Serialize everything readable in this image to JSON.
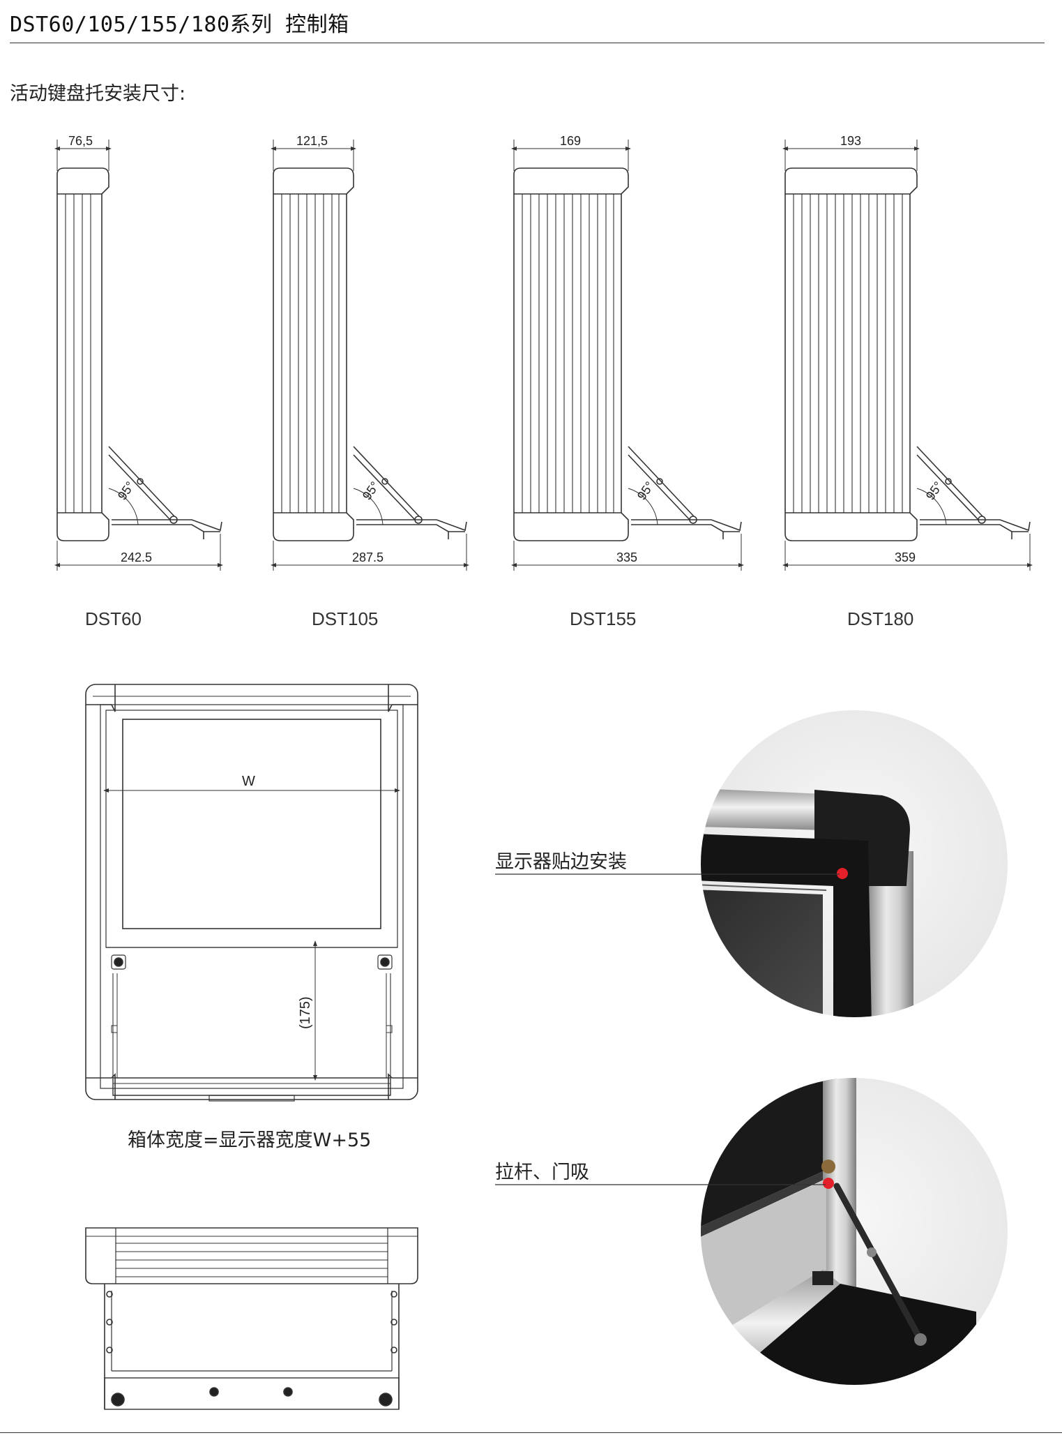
{
  "header": {
    "title": "DST60/105/155/180系列 控制箱",
    "subtitle": "活动键盘托安装尺寸:"
  },
  "side_views": [
    {
      "model": "DST60",
      "depth_label": "76,5",
      "total_label": "242.5",
      "angle_label": "95°"
    },
    {
      "model": "DST105",
      "depth_label": "121,5",
      "total_label": "287.5",
      "angle_label": "95°"
    },
    {
      "model": "DST155",
      "depth_label": "169",
      "total_label": "335",
      "angle_label": "95°"
    },
    {
      "model": "DST180",
      "depth_label": "193",
      "total_label": "359",
      "angle_label": "95°"
    }
  ],
  "front_view": {
    "width_label": "W",
    "height_label": "(175)",
    "caption": "箱体宽度=显示器宽度W+55"
  },
  "callouts": {
    "display_mount": "显示器贴边安装",
    "strut": "拉杆、门吸"
  },
  "colors": {
    "line": "#333333",
    "highlight_dot": "#e3202a",
    "photo_bg": "#f0f0f0"
  }
}
